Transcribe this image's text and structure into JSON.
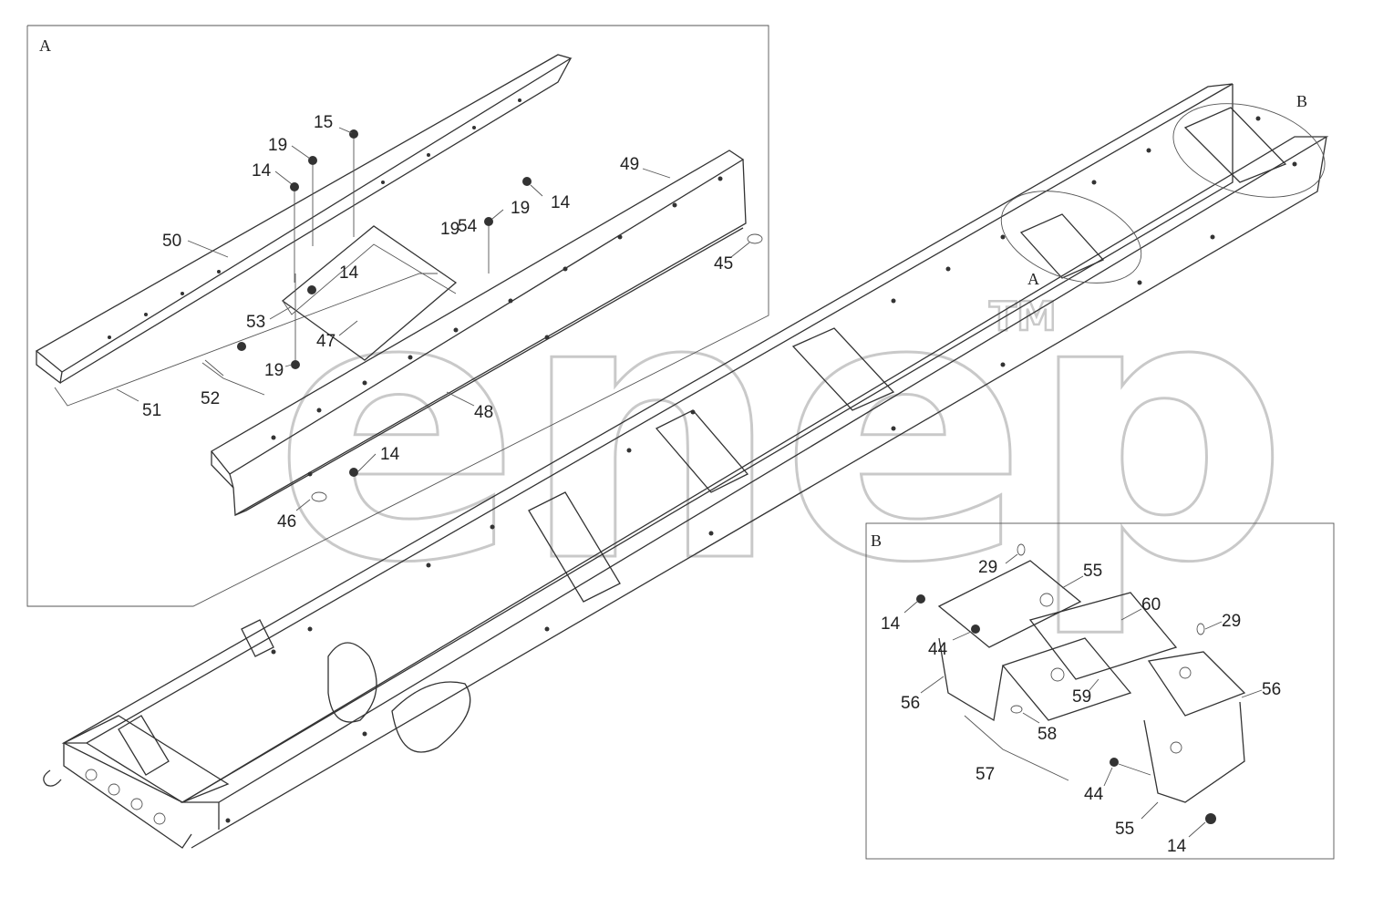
{
  "diagram": {
    "detail_views": [
      {
        "id": "A",
        "label": "A"
      },
      {
        "id": "B",
        "label": "B"
      }
    ],
    "main_view_markers": {
      "a": "A",
      "b": "B"
    },
    "watermark": {
      "text": "enep",
      "tm": "TM"
    },
    "callouts_a": [
      "14",
      "19",
      "15",
      "19",
      "14",
      "19",
      "49",
      "50",
      "54",
      "45",
      "14",
      "53",
      "47",
      "19",
      "51",
      "52",
      "48",
      "14",
      "46"
    ],
    "callouts_b": [
      "29",
      "55",
      "60",
      "14",
      "44",
      "29",
      "56",
      "59",
      "56",
      "58",
      "57",
      "44",
      "55",
      "14"
    ]
  }
}
